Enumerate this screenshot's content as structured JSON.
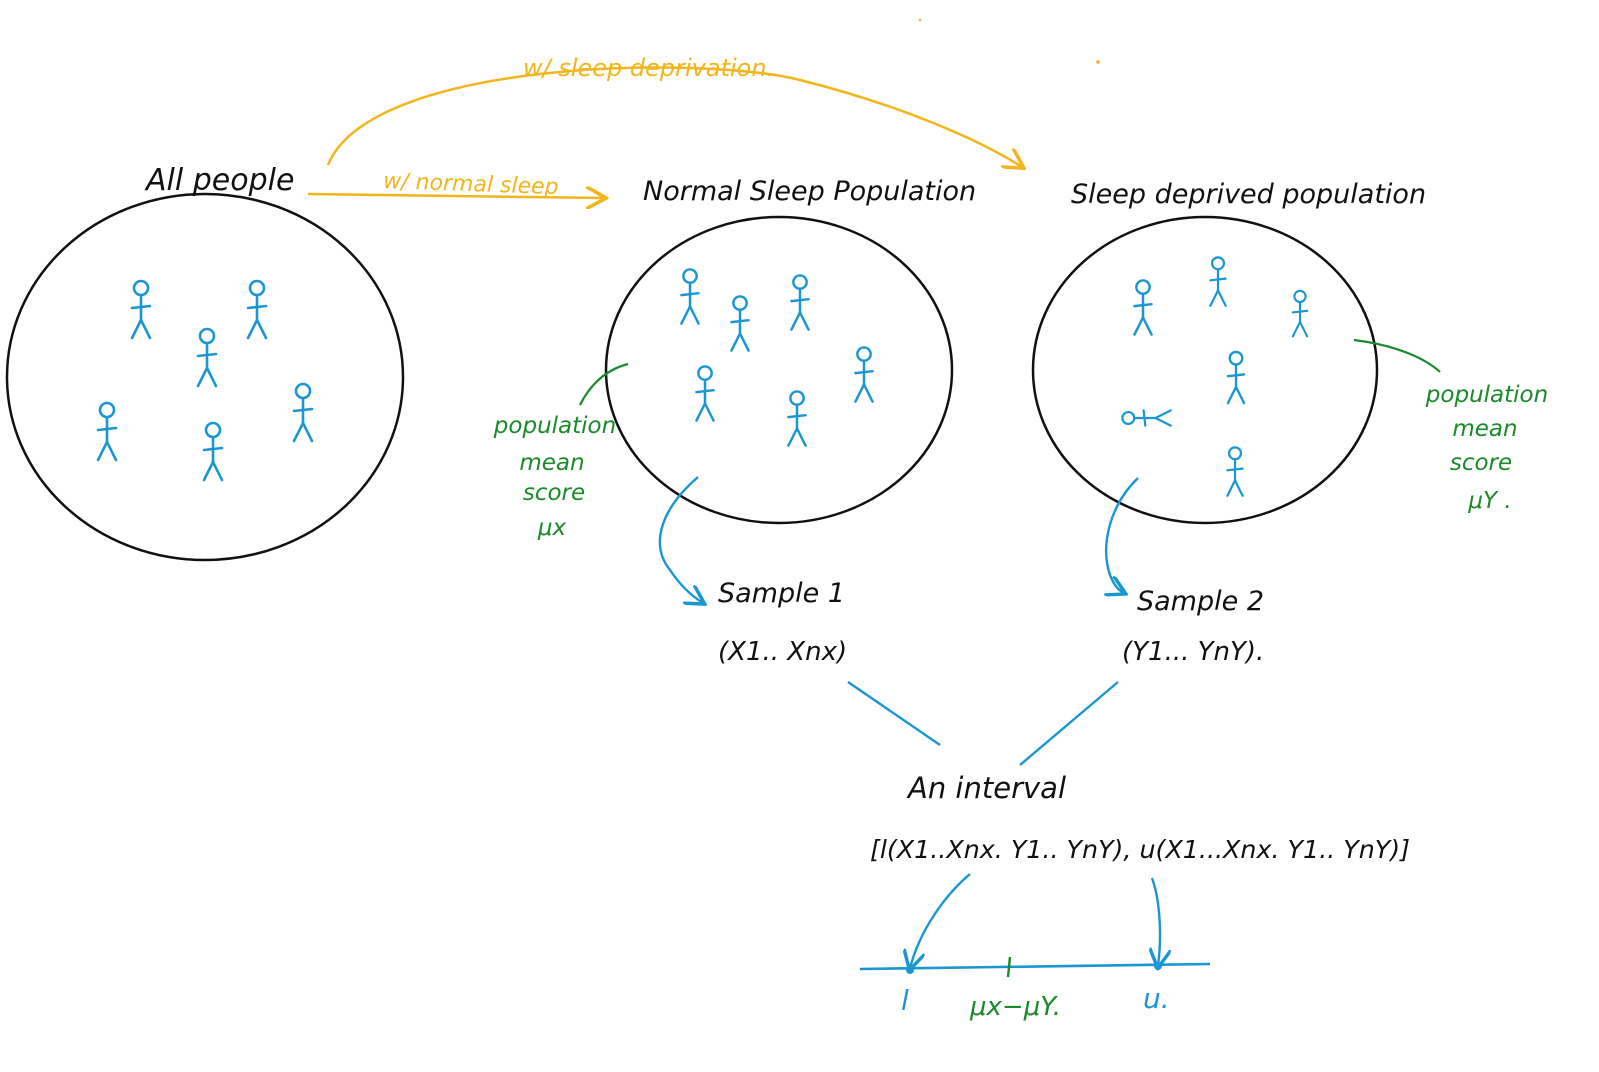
{
  "colors": {
    "ink": "#111111",
    "flow": "#f2b51c",
    "people": "#1a96d2",
    "annotation": "#1a8a2a"
  },
  "labels": {
    "all_people": "All people",
    "normal_arrow": "w/ normal sleep",
    "deprivation_arrow": "w/ sleep deprivation.",
    "normal_population": "Normal Sleep Population",
    "deprived_population": "Sleep deprived population",
    "mean_x": [
      "population",
      "mean",
      "score",
      "μx"
    ],
    "mean_y": [
      "population",
      "mean",
      "score",
      "μY ."
    ],
    "sample1_title": "Sample 1",
    "sample1_values": "(X1.. Xnx)",
    "sample2_title": "Sample 2",
    "sample2_values": "(Y1... YnY).",
    "interval_title": "An interval",
    "interval_expr": "[l(X1..Xnx. Y1.. YnY), u(X1...Xnx. Y1.. YnY)]",
    "lower_bound": "l",
    "difference": "μx−μY.",
    "upper_bound": "u."
  },
  "icons": {
    "person": "stick-figure-icon"
  }
}
